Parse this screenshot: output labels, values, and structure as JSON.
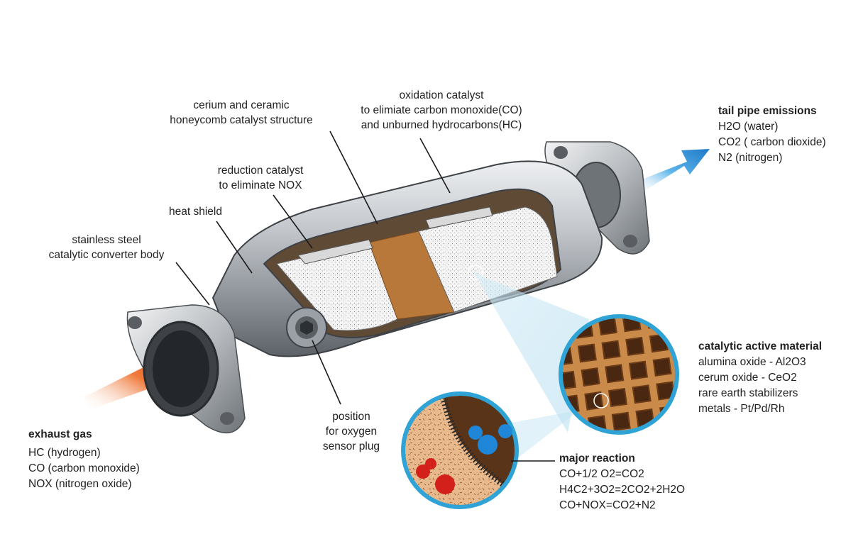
{
  "labels": {
    "cerium": [
      "cerium and ceramic",
      "honeycomb catalyst structure"
    ],
    "oxidation": [
      "oxidation catalyst",
      "to elimiate carbon monoxide(CO)",
      "and unburned hydrocarbons(HC)"
    ],
    "reduction": [
      "reduction catalyst",
      "to eliminate NOX"
    ],
    "heat_shield": [
      "heat shield"
    ],
    "body": [
      "stainless steel",
      "catalytic converter body"
    ],
    "oxygen": [
      "position",
      "for oxygen",
      "sensor plug"
    ]
  },
  "tail_pipe": {
    "title": "tail pipe emissions",
    "lines": [
      "H2O (water)",
      "CO2 ( carbon dioxide)",
      "N2 (nitrogen)"
    ]
  },
  "exhaust": {
    "title": "exhaust gas",
    "lines": [
      "HC (hydrogen)",
      "CO (carbon monoxide)",
      "NOX (nitrogen oxide)"
    ]
  },
  "catalytic": {
    "title": "catalytic active material",
    "lines": [
      "alumina oxide - Al2O3",
      "cerum oxide - CeO2",
      "rare earth stabilizers",
      "metals - Pt/Pd/Rh"
    ]
  },
  "reaction": {
    "title": "major reaction",
    "lines": [
      "CO+1/2 O2=CO2",
      "H4C2+3O2=2CO2+2H2O",
      "CO+NOX=CO2+N2"
    ]
  },
  "colors": {
    "inlet_arrow": "#e8452a",
    "outlet_arrow": "#2e8fd6",
    "catalyst_brown": "#b8783a",
    "steel": "#b9bcc0",
    "highlight_blue": "#bfe3f2"
  }
}
